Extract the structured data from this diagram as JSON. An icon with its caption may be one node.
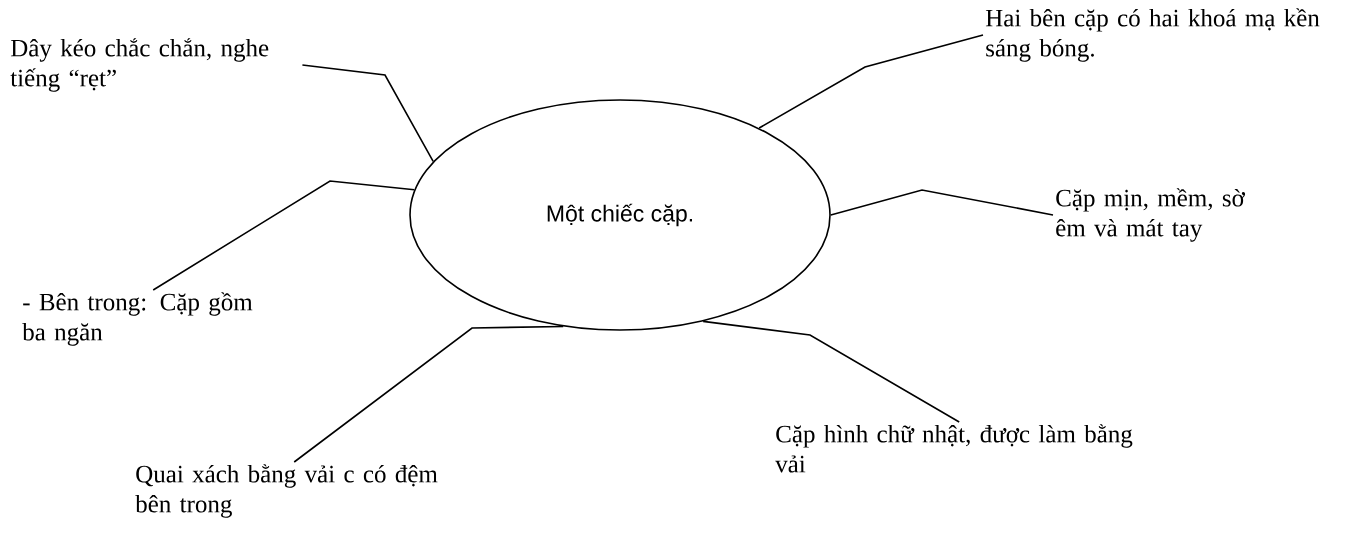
{
  "diagram": {
    "nodes": [
      {
        "text": [
          "Một chiếc cặp."
        ]
      },
      {
        "text": [
          "Dây kéo chắc chắn, nghe tiếng “rẹt”"
        ]
      },
      {
        "text": [
          "Hai bên cặp có hai khoá mạ kền sáng bóng."
        ]
      },
      {
        "text": [
          "Cặp mịn, mềm, sờ êm và mát tay"
        ]
      },
      {
        "text": [
          "- Bên trong: Cặp gồm ba ngăn"
        ]
      },
      {
        "text": [
          "Cặp hình chữ nhật, được làm bằng vải"
        ]
      },
      {
        "text": [
          "Quai xách bằng vải c có đệm bên trong"
        ]
      }
    ],
    "edges": [
      {
        "from": 0,
        "to": 1,
        "arrow": "none"
      },
      {
        "from": 0,
        "to": 2,
        "arrow": "none"
      },
      {
        "from": 0,
        "to": 3,
        "arrow": "none"
      },
      {
        "from": 0,
        "to": 4,
        "arrow": "none"
      },
      {
        "from": 0,
        "to": 5,
        "arrow": "none"
      },
      {
        "from": 0,
        "to": 6,
        "arrow": "none"
      }
    ]
  }
}
